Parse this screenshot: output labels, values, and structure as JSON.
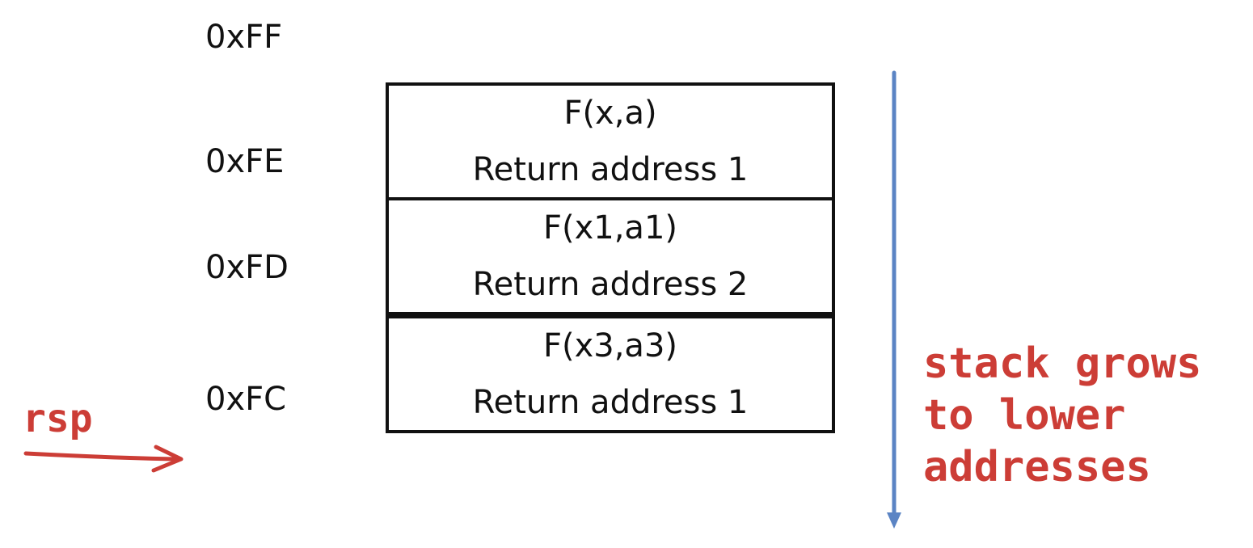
{
  "addresses": [
    "0xFF",
    "0xFE",
    "0xFD",
    "0xFC"
  ],
  "frames": [
    {
      "call": "F(x,a)",
      "return": "Return address 1"
    },
    {
      "call": "F(x1,a1)",
      "return": "Return address 2"
    },
    {
      "call": "F(x3,a3)",
      "return": "Return address 1"
    }
  ],
  "pointer_label": "rsp",
  "growth_note": [
    "stack grows",
    "to lower",
    "addresses"
  ],
  "colors": {
    "annotation": "#cc3d36",
    "arrow": "#5b84c4",
    "frame_border": "#111111"
  }
}
